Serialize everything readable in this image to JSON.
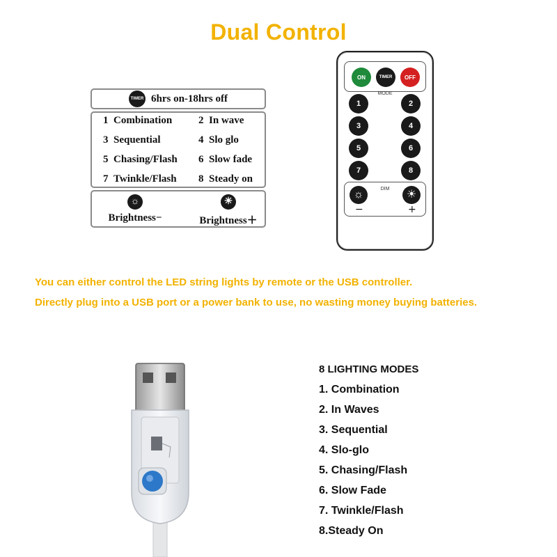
{
  "title": "Dual Control",
  "legend": {
    "timer_icon_label": "TIMER",
    "timer_text": "6hrs on-18hrs off",
    "modes": [
      {
        "num": "1",
        "name": "Combination"
      },
      {
        "num": "2",
        "name": "In wave"
      },
      {
        "num": "3",
        "name": "Sequential"
      },
      {
        "num": "4",
        "name": "Slo glo"
      },
      {
        "num": "5",
        "name": "Chasing/Flash"
      },
      {
        "num": "6",
        "name": "Slow fade"
      },
      {
        "num": "7",
        "name": "Twinkle/Flash"
      },
      {
        "num": "8",
        "name": "Steady on"
      }
    ],
    "brightness_minus": "Brightness−",
    "brightness_plus": "Brightness＋"
  },
  "remote": {
    "on_label": "ON",
    "timer_label": "TIMER",
    "off_label": "OFF",
    "mode_label": "MODE",
    "buttons": [
      "1",
      "2",
      "3",
      "4",
      "5",
      "6",
      "7",
      "8"
    ],
    "dim_label": "DIM",
    "minus_label": "−",
    "plus_label": "+"
  },
  "description": {
    "line1": "You can either control the LED string lights by remote or the USB controller.",
    "line2": "Directly plug into a USB port or a power bank to use, no wasting money buying batteries."
  },
  "mode_list": {
    "title": "8 LIGHTING MODES",
    "items": [
      "1. Combination",
      "2. In Waves",
      "3. Sequential",
      "4. Slo-glo",
      "5. Chasing/Flash",
      "6. Slow Fade",
      "7. Twinkle/Flash",
      "8.Steady On"
    ]
  },
  "colors": {
    "accent": "#f2b200",
    "on_button": "#1e8a3a",
    "off_button": "#d42020",
    "usb_button": "#2d78c8"
  },
  "icons": [
    "timer-icon",
    "brightness-down-icon",
    "brightness-up-icon",
    "usb-plug-icon"
  ]
}
